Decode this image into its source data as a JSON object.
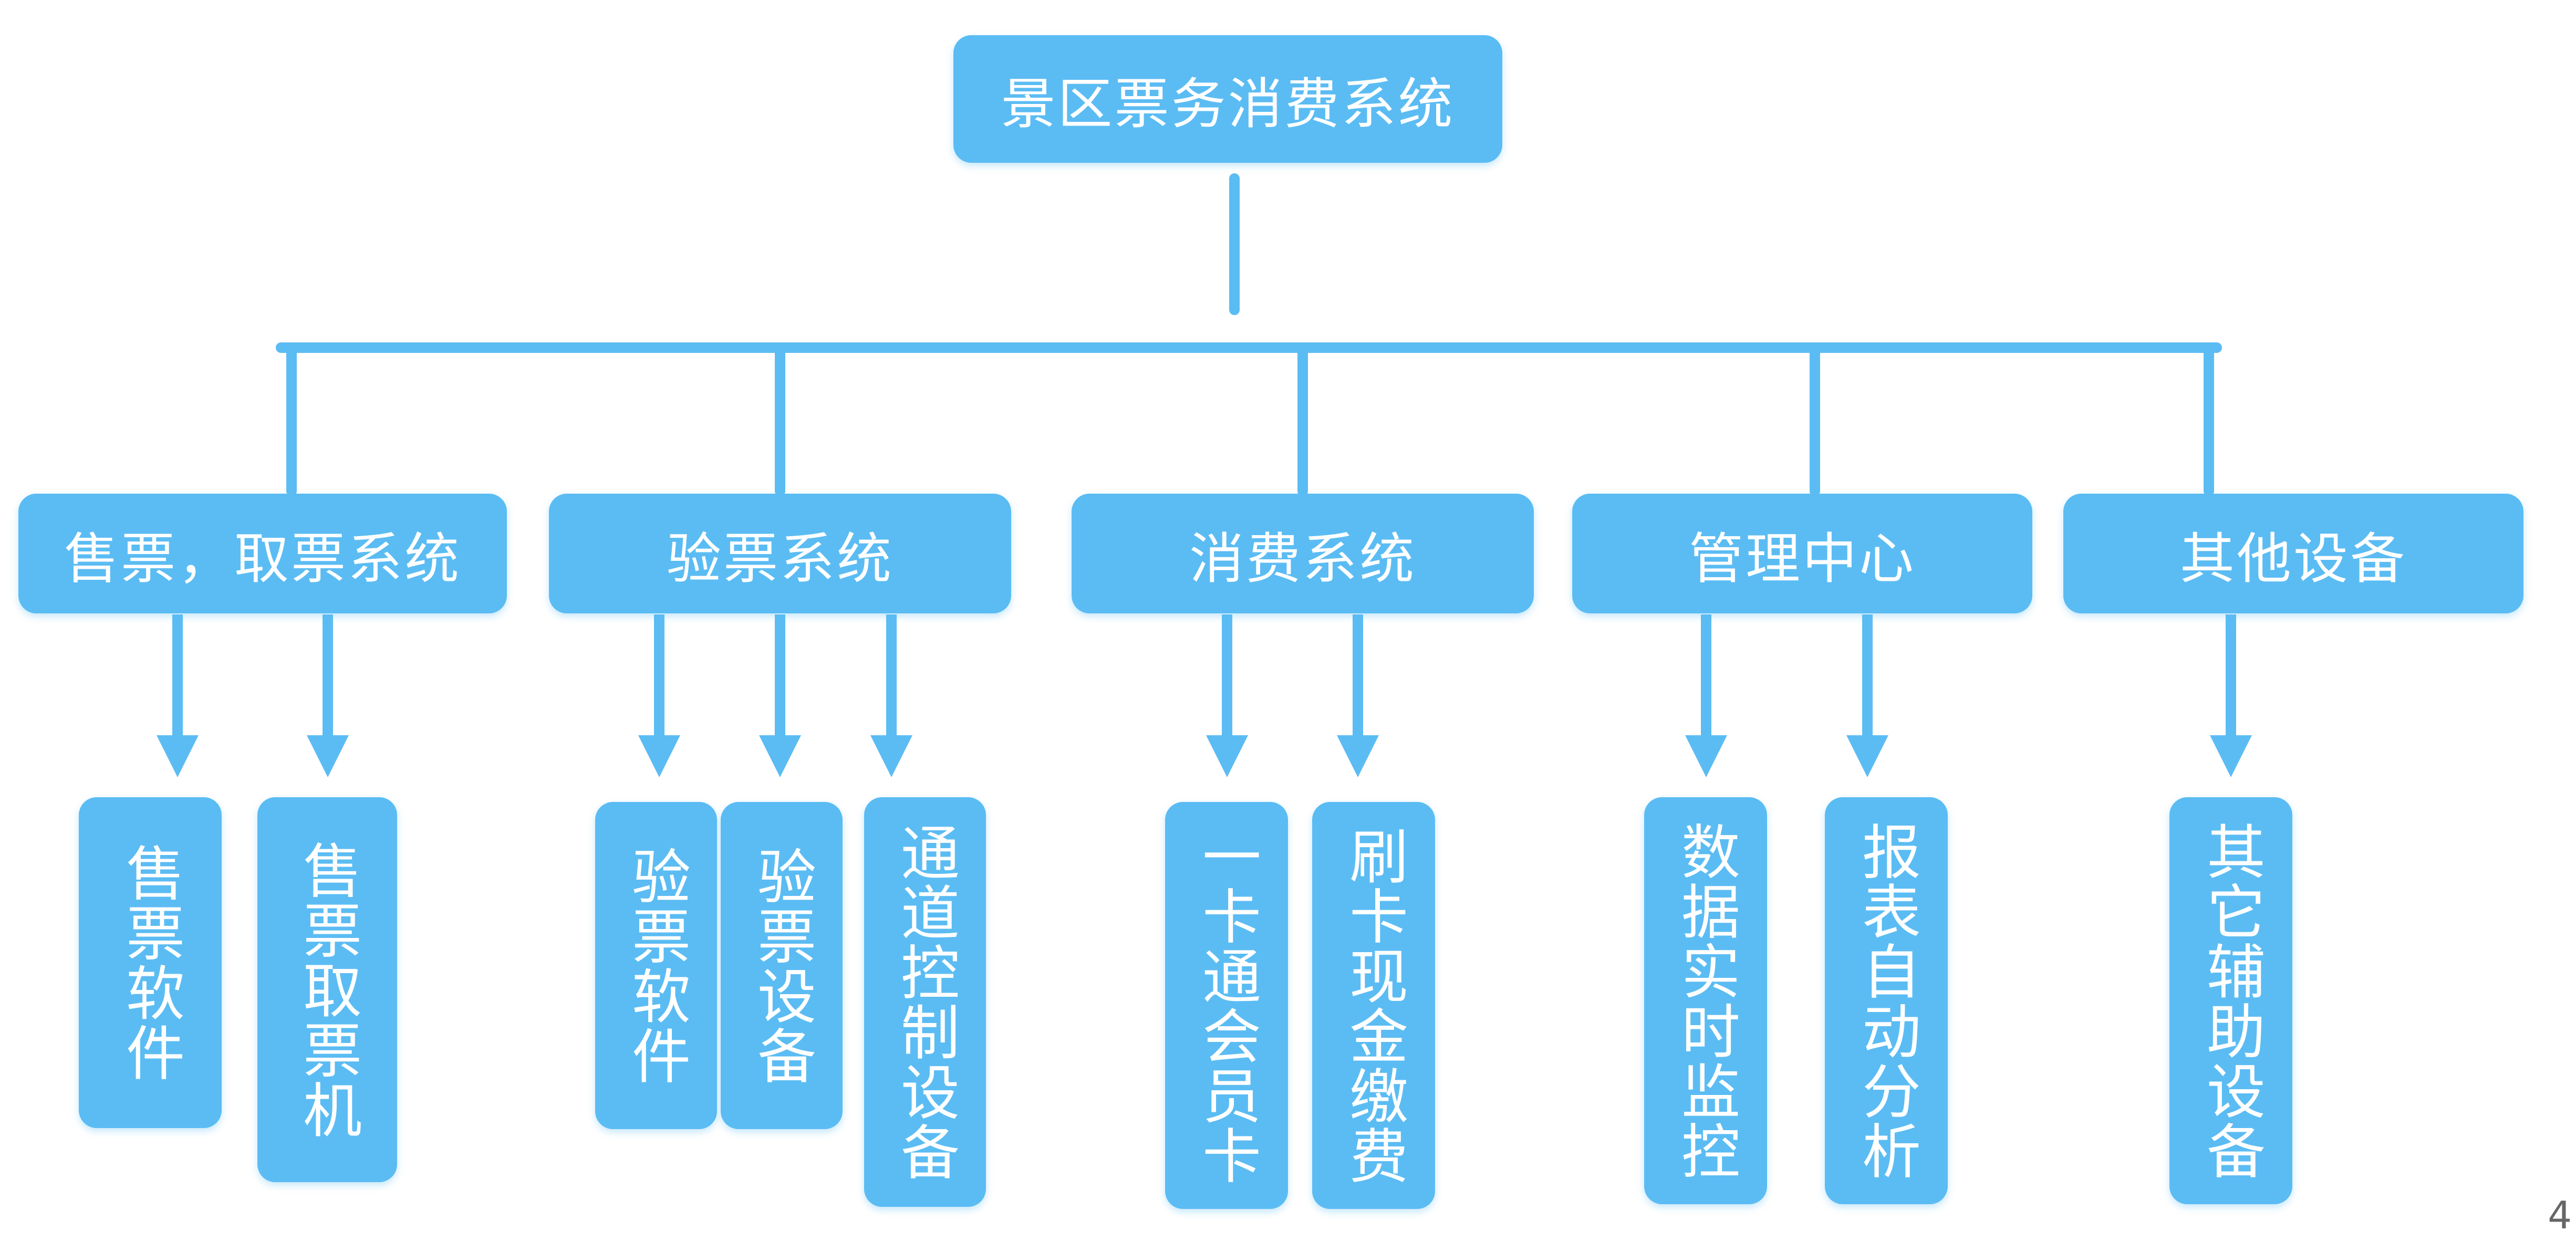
{
  "root": {
    "label": "景区票务消费系统"
  },
  "categories": [
    {
      "label": "售票，取票系统",
      "children": [
        {
          "label": "售票软件"
        },
        {
          "label": "售票取票机"
        }
      ]
    },
    {
      "label": "验票系统",
      "children": [
        {
          "label": "验票软件"
        },
        {
          "label": "验票设备"
        },
        {
          "label": "通道控制设备"
        }
      ]
    },
    {
      "label": "消费系统",
      "children": [
        {
          "label": "一卡通会员卡"
        },
        {
          "label": "刷卡现金缴费"
        }
      ]
    },
    {
      "label": "管理中心",
      "children": [
        {
          "label": "数据实时监控"
        },
        {
          "label": "报表自动分析"
        }
      ]
    },
    {
      "label": "其他设备",
      "children": [
        {
          "label": "其它辅助设备"
        }
      ]
    }
  ],
  "page_number": "4",
  "colors": {
    "node_fill": "#5bbcf3",
    "connector": "#5bbcf3",
    "text": "#ffffff"
  }
}
